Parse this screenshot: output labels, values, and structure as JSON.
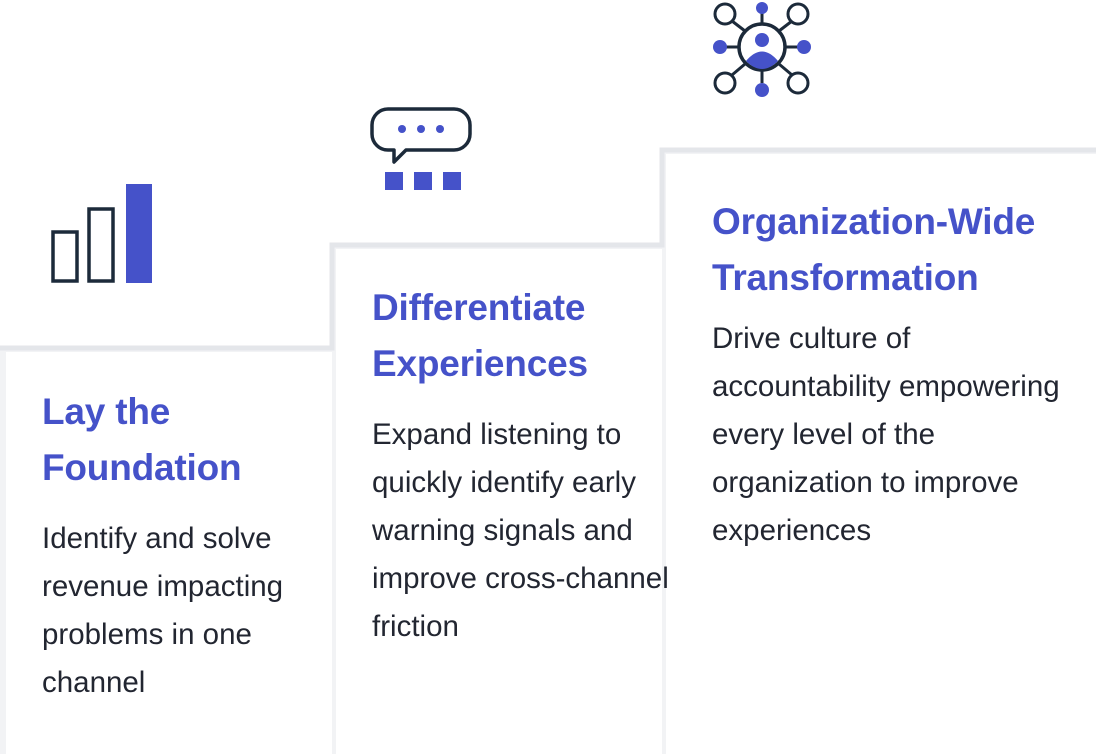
{
  "colors": {
    "accent": "#4552c9",
    "dark": "#1c2a3a",
    "step_fill": "#f2f3f5",
    "step_edge": "#e4e6ea",
    "text": "#222631"
  },
  "icons": {
    "stage1": "bar-chart-icon",
    "stage2": "chat-bubble-icon",
    "stage3": "network-hub-icon"
  },
  "stages": [
    {
      "title": "Lay the Foundation",
      "description": "Identify and solve revenue impacting problems in one channel"
    },
    {
      "title": "Differentiate Experiences",
      "description": "Expand listening to quickly identify early warning signals and improve cross-channel friction"
    },
    {
      "title": "Organization-Wide Transformation",
      "description": "Drive culture of accountability empowering every level of the organization to improve experiences"
    }
  ]
}
